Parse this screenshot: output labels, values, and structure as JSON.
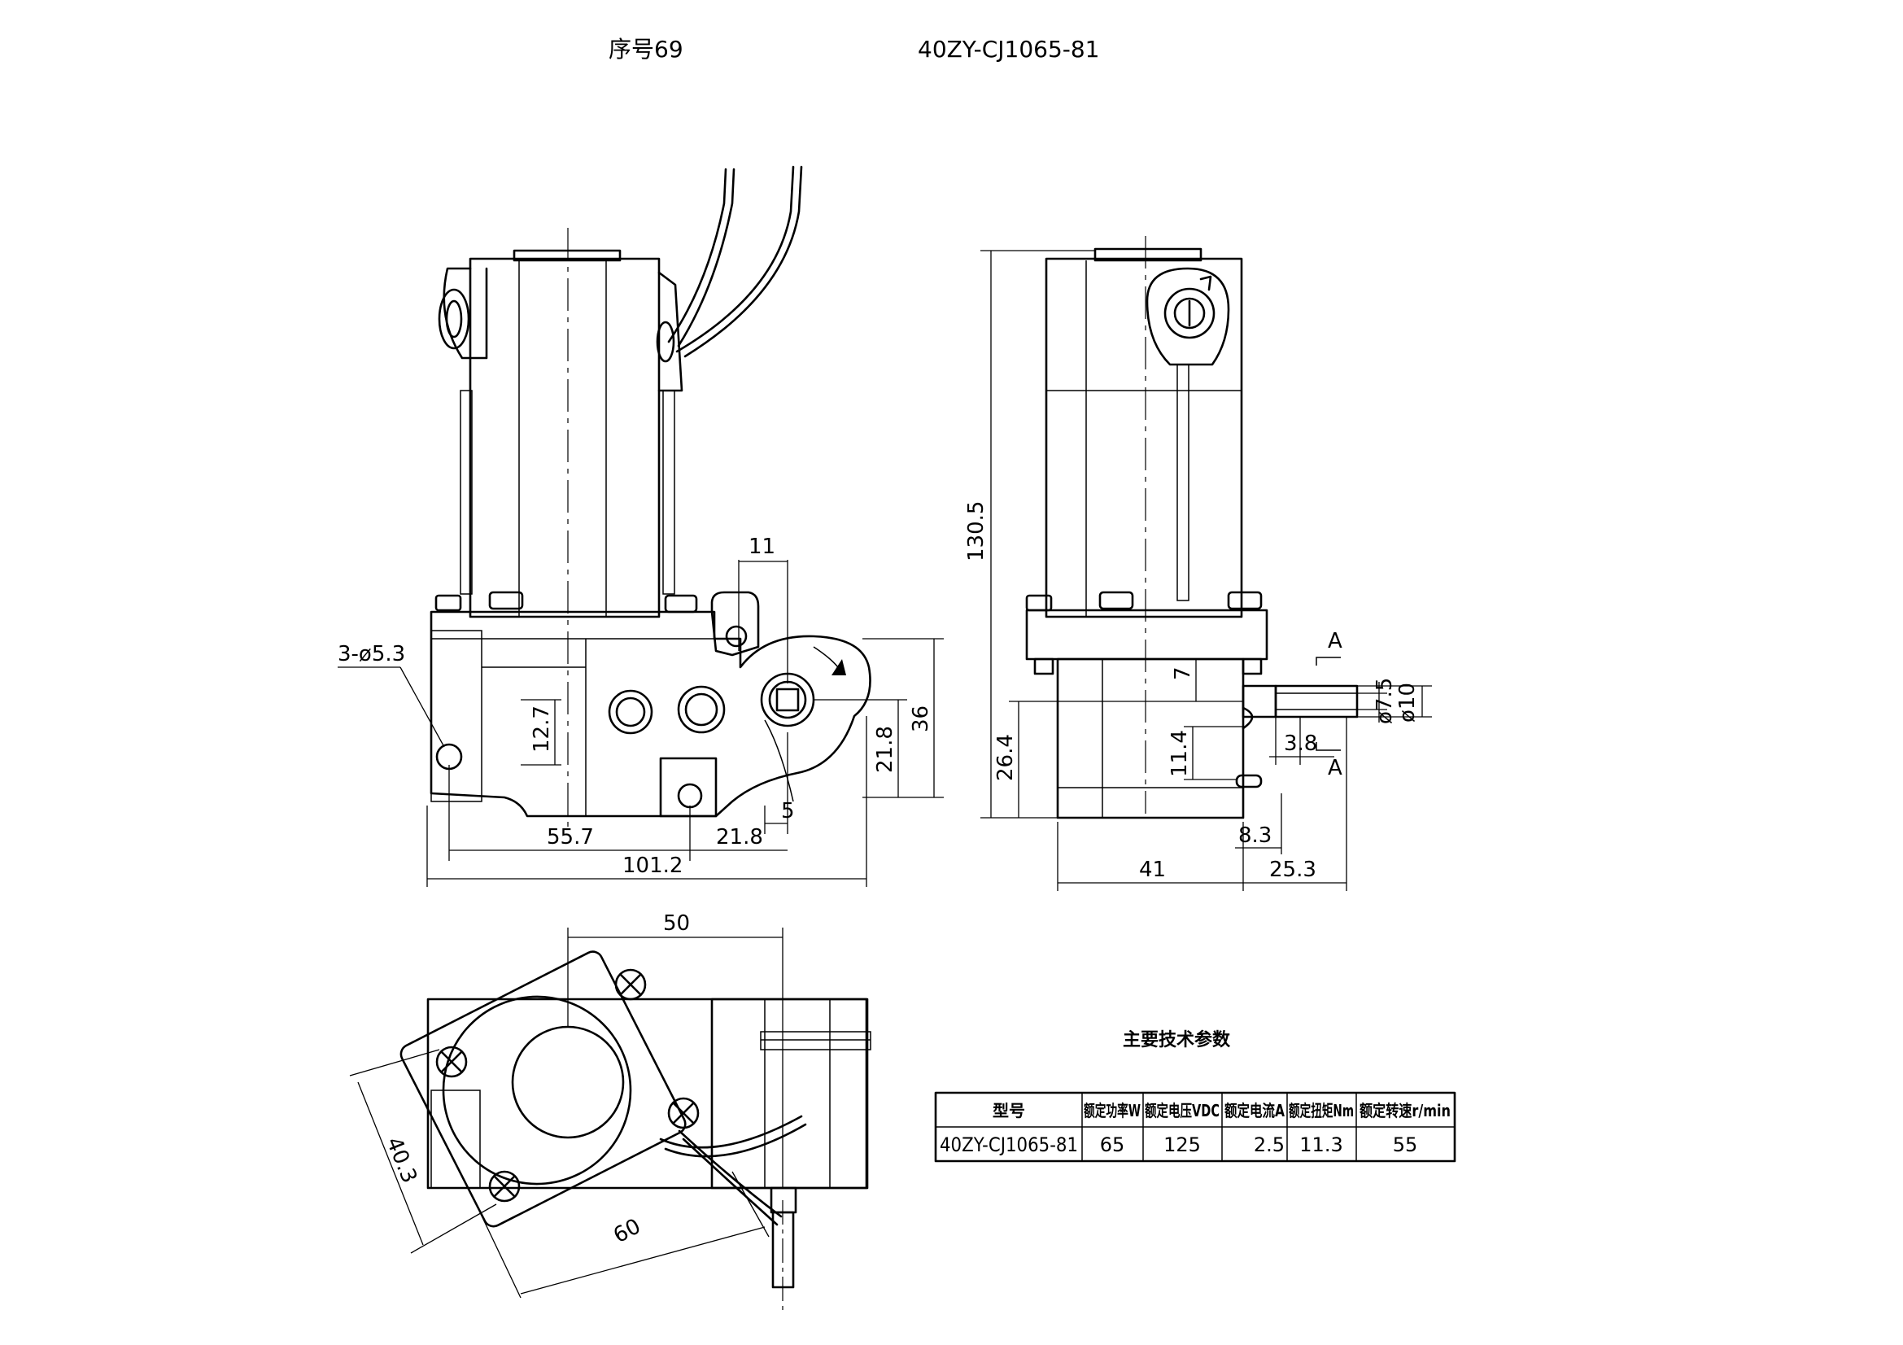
{
  "header": {
    "seq": "序号69",
    "model": "40ZY-CJ1065-81"
  },
  "dimensions": {
    "hole_spec": "3-ø5.3",
    "d_11": "11",
    "d_12_7": "12.7",
    "d_36": "36",
    "d_21_8_v": "21.8",
    "d_5": "5",
    "d_55_7": "55.7",
    "d_21_8_h": "21.8",
    "d_101_2": "101.2",
    "d_130_5": "130.5",
    "d_7": "7",
    "d_26_4": "26.4",
    "d_11_4": "11.4",
    "d_3_8": "3.8",
    "d_7_5": "ø7.5",
    "d_10": "ø10",
    "d_8_3": "8.3",
    "d_41": "41",
    "d_25_3": "25.3",
    "d_50": "50",
    "d_40_3": "40.3",
    "d_60": "60",
    "section_a_top": "A",
    "section_a_bottom": "A"
  },
  "spec_table": {
    "title": "主要技术参数",
    "headers": [
      "型号",
      "额定功率W",
      "额定电压VDC",
      "额定电流A",
      "额定扭矩Nm",
      "额定转速r/min"
    ],
    "row": [
      "40ZY-CJ1065-81",
      "65",
      "125",
      "2.5",
      "11.3",
      "55"
    ]
  }
}
